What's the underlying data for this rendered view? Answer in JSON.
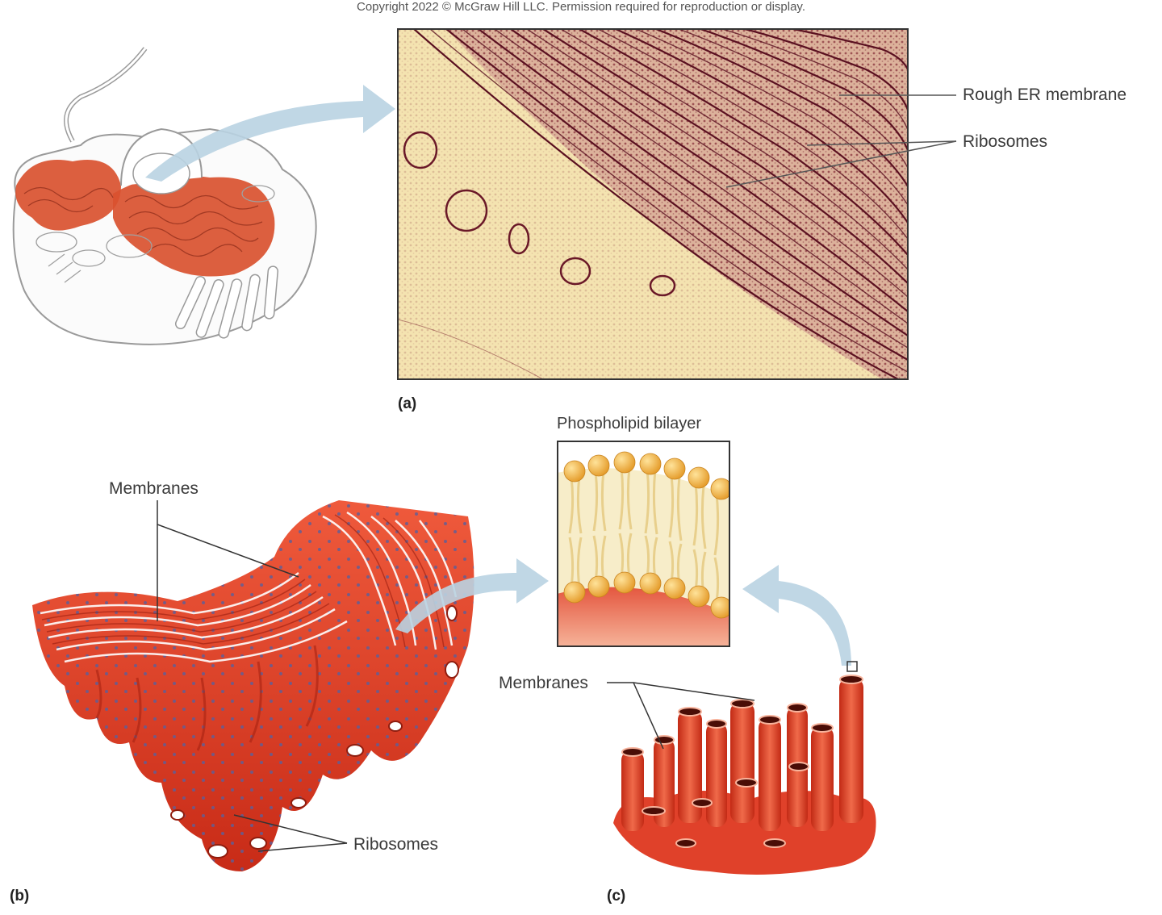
{
  "copyright": "Copyright 2022 © McGraw Hill LLC. Permission required for reproduction or display.",
  "panel_a": {
    "letter": "(a)",
    "labels": {
      "rough_er_membrane": "Rough ER membrane",
      "ribosomes": "Ribosomes"
    }
  },
  "panel_b": {
    "letter": "(b)",
    "labels": {
      "membranes": "Membranes",
      "ribosomes": "Ribosomes"
    }
  },
  "panel_c": {
    "letter": "(c)",
    "labels": {
      "membranes": "Membranes"
    }
  },
  "inset": {
    "title": "Phospholipid bilayer"
  },
  "colors": {
    "er_red": "#e0412a",
    "er_dark": "#a82312",
    "micrograph_bg": "#f4e3b0",
    "micrograph_stain": "#7a1f2e",
    "arrow": "#b9d3e2",
    "lipid_head": "#f2b84a"
  }
}
